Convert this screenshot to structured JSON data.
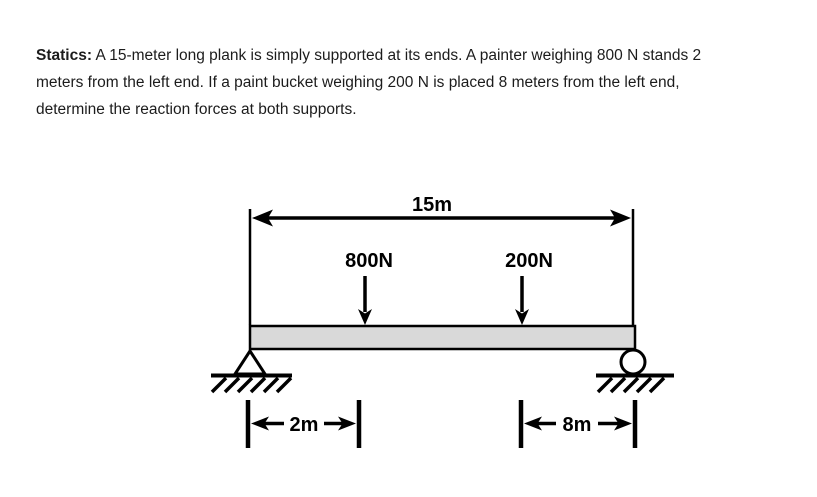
{
  "problem": {
    "topic_label": "Statics:",
    "line1": " A 15-meter long plank is simply supported at its ends. A painter weighing 800 N stands 2",
    "line2": "meters from the left end. If a paint bucket weighing 200 N is placed 8 meters from the left end,",
    "line3": "determine the reaction forces at both supports."
  },
  "diagram": {
    "total_span_label": "15m",
    "painter_force_label": "800N",
    "bucket_force_label": "200N",
    "left_offset_label": "2m",
    "right_offset_label": "8m",
    "beam_fill_color": "#d9d9d9",
    "ink_color": "#000000",
    "background_color": "#ffffff"
  }
}
